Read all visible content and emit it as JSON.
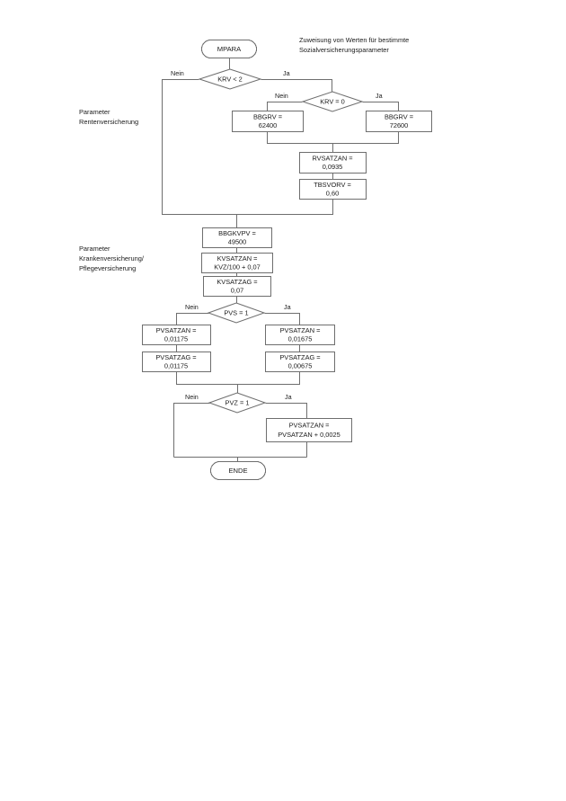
{
  "diagram": {
    "title_lines": [
      "Zuweisung von Werten für bestimmte",
      "Sozialversicherungsparameter"
    ],
    "side_labels": [
      {
        "id": "rv",
        "lines": [
          "Parameter",
          "Rentenversicherung"
        ]
      },
      {
        "id": "kvpv",
        "lines": [
          "Parameter",
          "Krankenversicherung/",
          "Pflegeversicherung"
        ]
      }
    ],
    "terminators": [
      {
        "id": "start",
        "label": "MPARA"
      },
      {
        "id": "end",
        "label": "ENDE"
      }
    ],
    "decisions": [
      {
        "id": "krv_lt_2",
        "label": "KRV < 2",
        "no_label": "Nein",
        "yes_label": "Ja"
      },
      {
        "id": "krv_eq_0",
        "label": "KRV = 0",
        "no_label": "Nein",
        "yes_label": "Ja"
      },
      {
        "id": "pvs_eq_1",
        "label": "PVS = 1",
        "no_label": "Nein",
        "yes_label": "Ja"
      },
      {
        "id": "pvz_eq_1",
        "label": "PVZ = 1",
        "no_label": "Nein",
        "yes_label": "Ja"
      }
    ],
    "processes": [
      {
        "id": "bbgrv_west",
        "lines": [
          "BBGRV =",
          "62400"
        ]
      },
      {
        "id": "bbgrv_ost",
        "lines": [
          "BBGRV =",
          "72600"
        ]
      },
      {
        "id": "rvsatzan",
        "lines": [
          "RVSATZAN =",
          "0,0935"
        ]
      },
      {
        "id": "tbsvorv",
        "lines": [
          "TBSVORV =",
          "0,60"
        ]
      },
      {
        "id": "bbgkvpv",
        "lines": [
          "BBGKVPV =",
          "49500"
        ]
      },
      {
        "id": "kvsatzan",
        "lines": [
          "KVSATZAN =",
          "KVZ/100 + 0,07"
        ]
      },
      {
        "id": "kvsatzag",
        "lines": [
          "KVSATZAG =",
          "0,07"
        ]
      },
      {
        "id": "pvsatzan_nein",
        "lines": [
          "PVSATZAN =",
          "0,01175"
        ]
      },
      {
        "id": "pvsatzan_ja",
        "lines": [
          "PVSATZAN =",
          "0,01675"
        ]
      },
      {
        "id": "pvsatzag_nein",
        "lines": [
          "PVSATZAG =",
          "0,01175"
        ]
      },
      {
        "id": "pvsatzag_ja",
        "lines": [
          "PVSATZAG =",
          "0,00675"
        ]
      },
      {
        "id": "pvsatzan_pvz",
        "lines": [
          "PVSATZAN =",
          "PVSATZAN + 0,0025"
        ]
      }
    ],
    "colors": {
      "stroke": "#6e6e6e",
      "text": "#1a1a1a",
      "background": "#ffffff"
    }
  }
}
